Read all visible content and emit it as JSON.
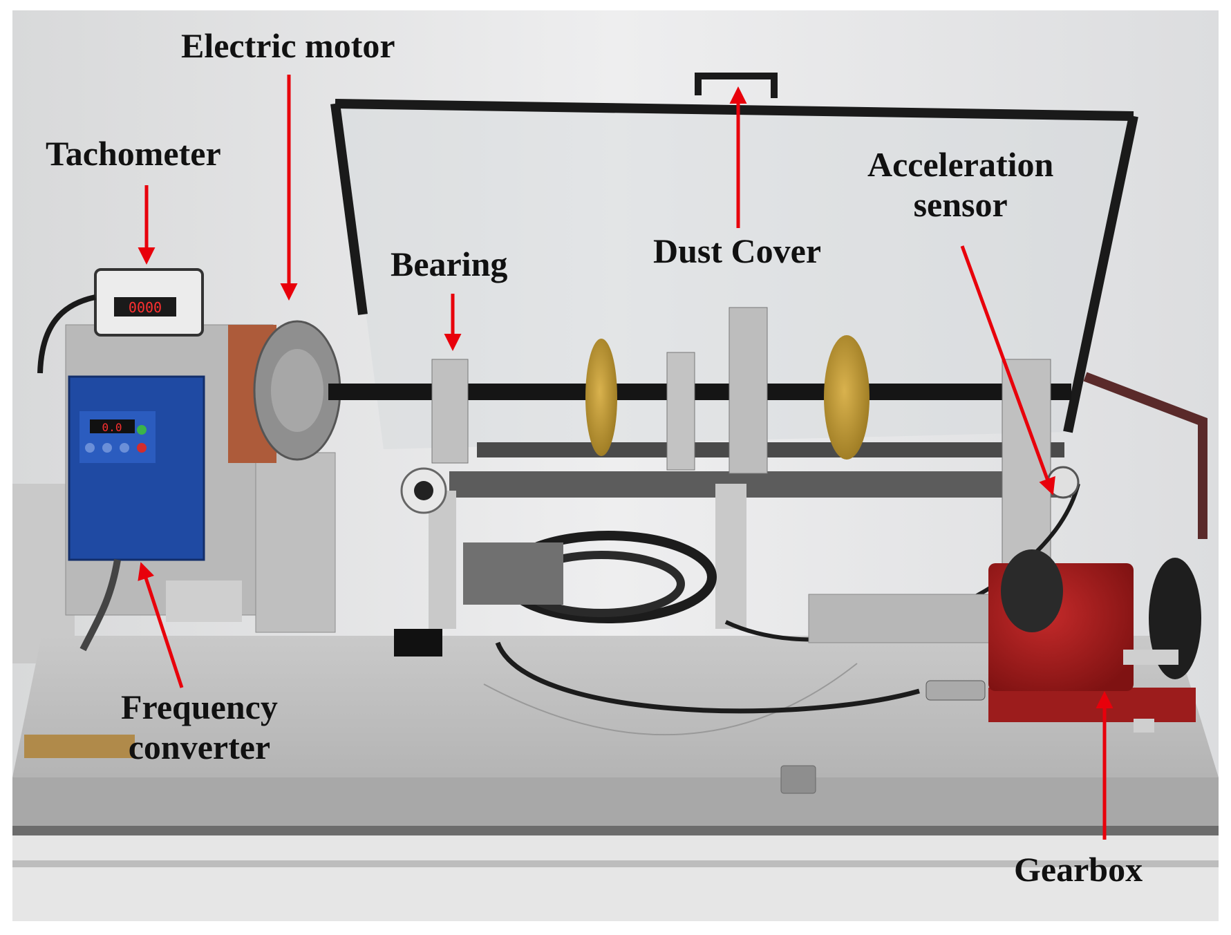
{
  "figure": {
    "accent_color": "#e8000b",
    "labels": {
      "electric_motor": "Electric motor",
      "tachometer": "Tachometer",
      "bearing": "Bearing",
      "dust_cover": "Dust Cover",
      "acceleration_sensor_line1": "Acceleration",
      "acceleration_sensor_line2": "sensor",
      "frequency_converter_line1": "Frequency",
      "frequency_converter_line2": "converter",
      "gearbox": "Gearbox"
    },
    "tachometer_readout": "0000",
    "inverter_readout": "0.0"
  }
}
